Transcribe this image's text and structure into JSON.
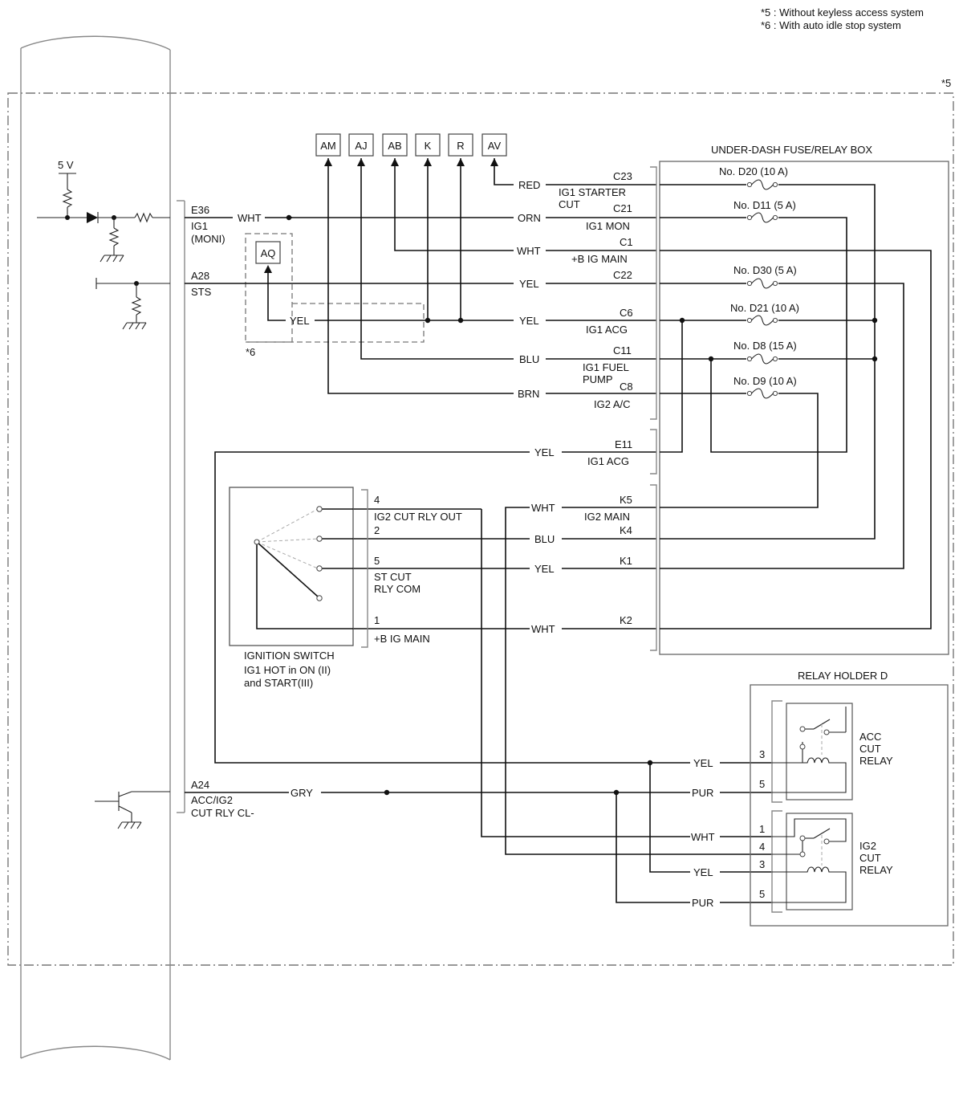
{
  "notes": [
    "*5 : Without keyless access system",
    "*6 : With auto idle stop system"
  ],
  "boundary_mark": "*5",
  "aq_group_mark": "*6",
  "supply_voltage": "5 V",
  "connectors": [
    "AM",
    "AJ",
    "AB",
    "K",
    "R",
    "AV",
    "AQ"
  ],
  "ecm_pins": {
    "e36": "E36",
    "e36_l1": "IG1",
    "e36_l2": "(MONI)",
    "a28": "A28",
    "a28_l": "STS",
    "a24": "A24",
    "a24_l1": "ACC/IG2",
    "a24_l2": "CUT RLY CL-"
  },
  "wire_colors": {
    "e36": "WHT",
    "aq": "YEL",
    "red": "RED",
    "orn": "ORN",
    "wht_c1": "WHT",
    "yel_c22": "YEL",
    "yel_c6": "YEL",
    "blu_c11": "BLU",
    "brn_c8": "BRN",
    "yel_e11": "YEL",
    "wht_k5": "WHT",
    "blu_k4": "BLU",
    "yel_k1": "YEL",
    "wht_k2": "WHT",
    "gry_a24": "GRY",
    "yel_acc": "YEL",
    "pur_acc": "PUR",
    "wht_ig2": "WHT",
    "yel_ig2": "YEL",
    "pur_ig2": "PUR"
  },
  "fuse_box": {
    "title": "UNDER-DASH FUSE/RELAY BOX",
    "terminals": {
      "c23": "C23",
      "c23_l1": "IG1 STARTER",
      "c23_l2": "CUT",
      "c21": "C21",
      "c21_l": "IG1 MON",
      "c1": "C1",
      "c1_l": "+B IG MAIN",
      "c22": "C22",
      "c6": "C6",
      "c6_l": "IG1 ACG",
      "c11": "C11",
      "c11_l1": "IG1 FUEL",
      "c11_l2": "PUMP",
      "c8": "C8",
      "c8_l": "IG2 A/C",
      "e11": "E11",
      "e11_l": "IG1 ACG",
      "k5": "K5",
      "k5_l": "IG2 MAIN",
      "k4": "K4",
      "k1": "K1",
      "k2": "K2"
    },
    "fuses": {
      "d20": "No. D20 (10 A)",
      "d11": "No. D11 (5 A)",
      "d30": "No. D30 (5 A)",
      "d21": "No. D21 (10 A)",
      "d8": "No. D8 (15 A)",
      "d9": "No. D9 (10 A)"
    }
  },
  "ignition_switch": {
    "title": "IGNITION SWITCH",
    "desc_l1": "IG1 HOT in ON (II)",
    "desc_l2": "and START(III)",
    "p4": "4",
    "p4_l": "IG2 CUT RLY OUT",
    "p2": "2",
    "p5": "5",
    "p5_l1": "ST CUT",
    "p5_l2": "RLY COM",
    "p1": "1",
    "p1_l": "+B IG MAIN"
  },
  "relay_holder": {
    "title": "RELAY HOLDER D",
    "acc": {
      "l1": "ACC",
      "l2": "CUT",
      "l3": "RELAY",
      "p3": "3",
      "p5": "5"
    },
    "ig2": {
      "l1": "IG2",
      "l2": "CUT",
      "l3": "RELAY",
      "p1": "1",
      "p4": "4",
      "p3": "3",
      "p5": "5"
    }
  }
}
